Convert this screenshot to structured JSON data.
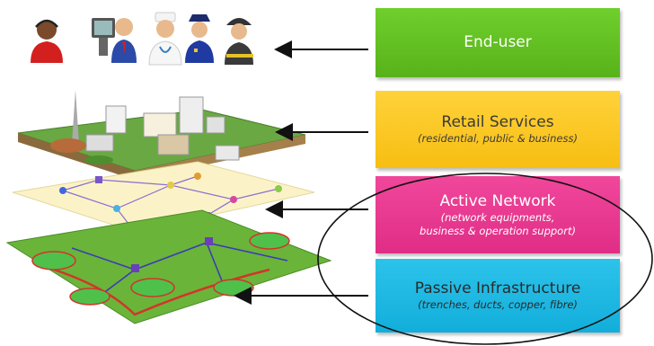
{
  "layers": [
    {
      "title": "End-user",
      "subtitle": "",
      "color": "#64c122"
    },
    {
      "title": "Retail Services",
      "subtitle": "(residential, public & business)",
      "color": "#f9c420"
    },
    {
      "title": "Active Network",
      "subtitle": "(network equipments,",
      "subtitle2": "business & operation support)",
      "color": "#e8388f"
    },
    {
      "title": "Passive Infrastructure",
      "subtitle": "(trenches, ducts, copper, fibre)",
      "color": "#1ab8e2"
    }
  ],
  "icons": {
    "people": "people-icons",
    "city": "city-illustration",
    "network": "network-layer-illustration",
    "infrastructure": "infrastructure-layer-illustration"
  }
}
